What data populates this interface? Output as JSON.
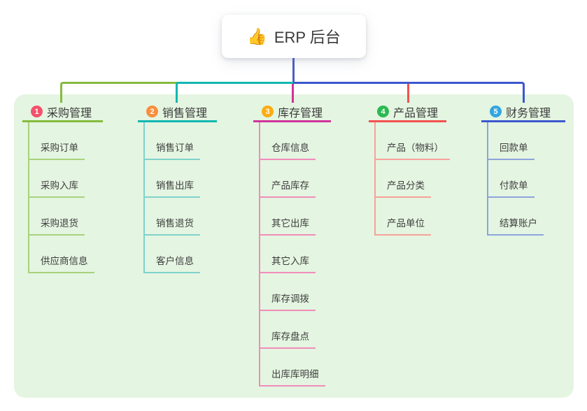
{
  "root": {
    "icon": "thumbs-up-icon",
    "icon_glyph": "👍",
    "label": "ERP 后台"
  },
  "canvas": {
    "background": "#ffffff",
    "panel_background": "#e4f5e1",
    "root_connector_color": "#4d5ec5"
  },
  "branches": [
    {
      "index": "1",
      "label": "采购管理",
      "badge_color": "#f4516c",
      "line_color": "#84bb3f",
      "child_line_color": "#a9d27d",
      "children": [
        "采购订单",
        "采购入库",
        "采购退货",
        "供应商信息"
      ]
    },
    {
      "index": "2",
      "label": "销售管理",
      "badge_color": "#fa8e3d",
      "line_color": "#12b7b1",
      "child_line_color": "#7fd2cb",
      "children": [
        "销售订单",
        "销售出库",
        "销售退货",
        "客户信息"
      ]
    },
    {
      "index": "3",
      "label": "库存管理",
      "badge_color": "#fbad15",
      "line_color": "#d1339a",
      "child_line_color": "#f18cba",
      "children": [
        "仓库信息",
        "产品库存",
        "其它出库",
        "其它入库",
        "库存调拨",
        "库存盘点",
        "出库库明细"
      ]
    },
    {
      "index": "4",
      "label": "产品管理",
      "badge_color": "#2bb952",
      "line_color": "#f4514f",
      "child_line_color": "#f7a29b",
      "children": [
        "产品（物料）",
        "产品分类",
        "产品单位"
      ]
    },
    {
      "index": "5",
      "label": "财务管理",
      "badge_color": "#33a6df",
      "line_color": "#3c58d0",
      "child_line_color": "#8ea4dd",
      "children": [
        "回款单",
        "付款单",
        "结算账户"
      ]
    }
  ]
}
